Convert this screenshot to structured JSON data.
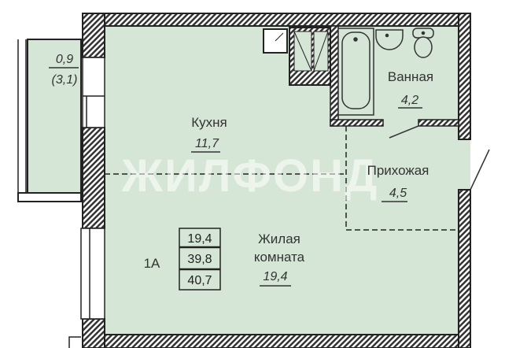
{
  "plan": {
    "watermark": "ЖИЛФОНД",
    "colors": {
      "floor": "#d5e6d6",
      "wall": "#333333",
      "balcony": "#d5e6d6"
    },
    "apartment_code": "1А",
    "area_table": [
      "19,4",
      "39,8",
      "40,7"
    ],
    "balcony": {
      "area": "0,9",
      "area_full": "(3,1)"
    },
    "rooms": [
      {
        "name": "Кухня",
        "area": "11,7"
      },
      {
        "name": "Ванная",
        "area": "4,2"
      },
      {
        "name": "Прихожая",
        "area": "4,5"
      },
      {
        "name_line1": "Жилая",
        "name_line2": "комната",
        "area": "19,4"
      }
    ]
  }
}
